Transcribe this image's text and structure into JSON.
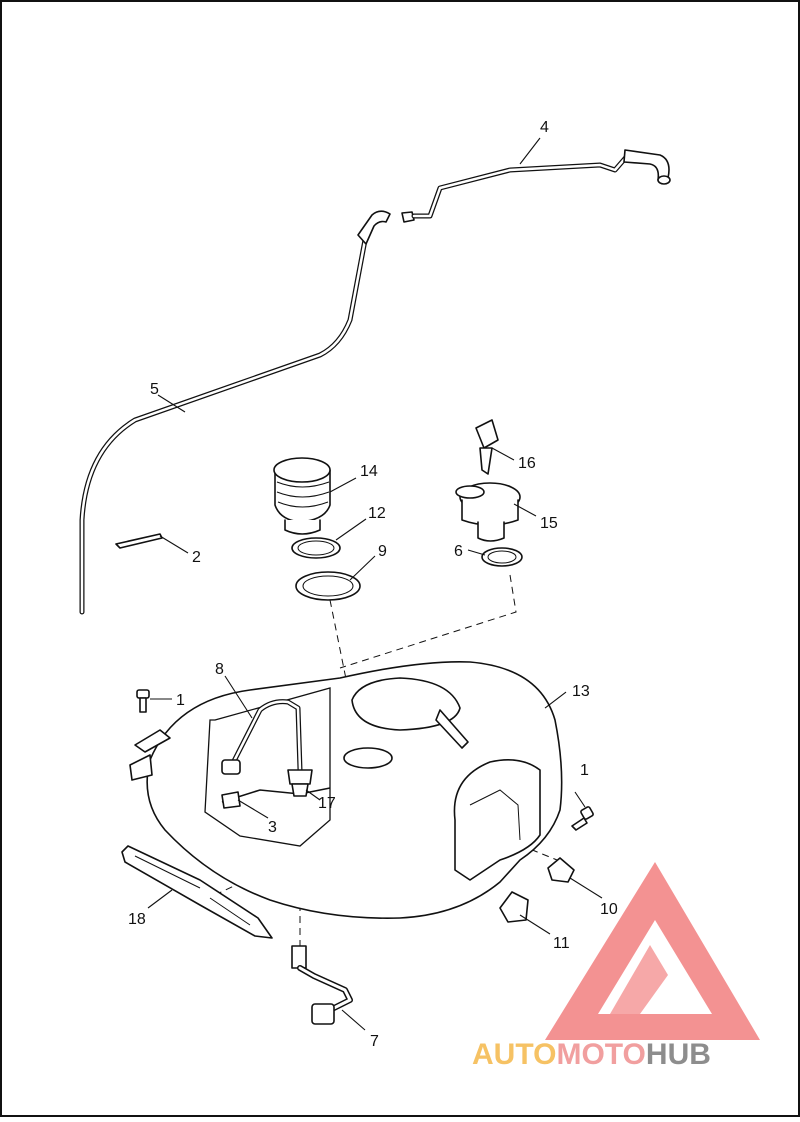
{
  "diagram": {
    "callouts": [
      {
        "id": "c1a",
        "label": "1"
      },
      {
        "id": "c1b",
        "label": "1"
      },
      {
        "id": "c2",
        "label": "2"
      },
      {
        "id": "c3",
        "label": "3"
      },
      {
        "id": "c4",
        "label": "4"
      },
      {
        "id": "c5",
        "label": "5"
      },
      {
        "id": "c6",
        "label": "6"
      },
      {
        "id": "c7",
        "label": "7"
      },
      {
        "id": "c8",
        "label": "8"
      },
      {
        "id": "c9",
        "label": "9"
      },
      {
        "id": "c10",
        "label": "10"
      },
      {
        "id": "c11",
        "label": "11"
      },
      {
        "id": "c12",
        "label": "12"
      },
      {
        "id": "c13",
        "label": "13"
      },
      {
        "id": "c14",
        "label": "14"
      },
      {
        "id": "c15",
        "label": "15"
      },
      {
        "id": "c16",
        "label": "16"
      },
      {
        "id": "c17",
        "label": "17"
      },
      {
        "id": "c18",
        "label": "18"
      }
    ]
  },
  "watermark": {
    "part1": "AUTO",
    "part2": "MOTO",
    "part3": "HUB",
    "color_auto": "#f5b84a",
    "color_moto": "#ef8f8f",
    "color_hub": "#7a7a7a",
    "triangle_color": "#f27f7f"
  }
}
